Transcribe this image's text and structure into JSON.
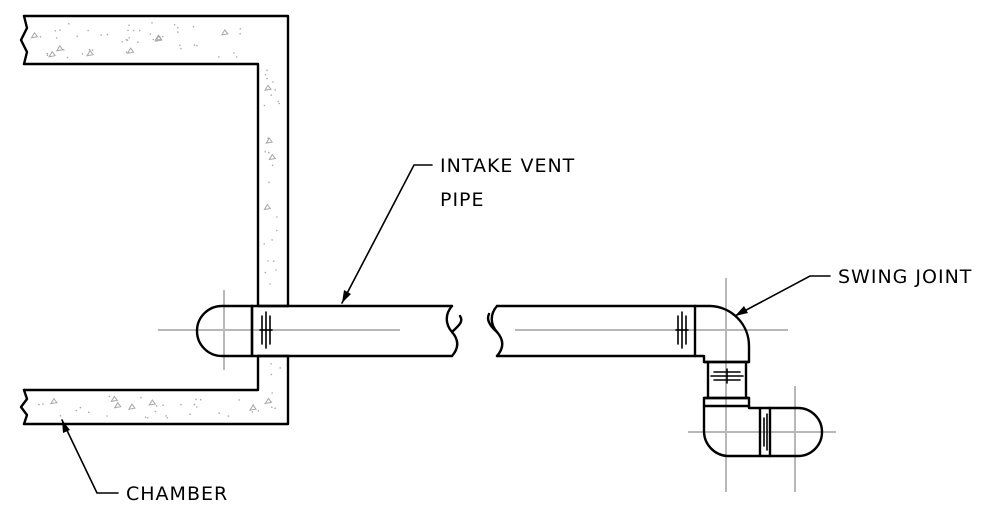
{
  "labels": {
    "intake_vent_pipe_line1": "INTAKE VENT",
    "intake_vent_pipe_line2": "PIPE",
    "swing_joint": "SWING JOINT",
    "chamber": "CHAMBER"
  },
  "colors": {
    "line": "#000000",
    "centerline": "#b8b8b8",
    "concrete_texture": "#a8a8a8",
    "background": "#ffffff"
  }
}
